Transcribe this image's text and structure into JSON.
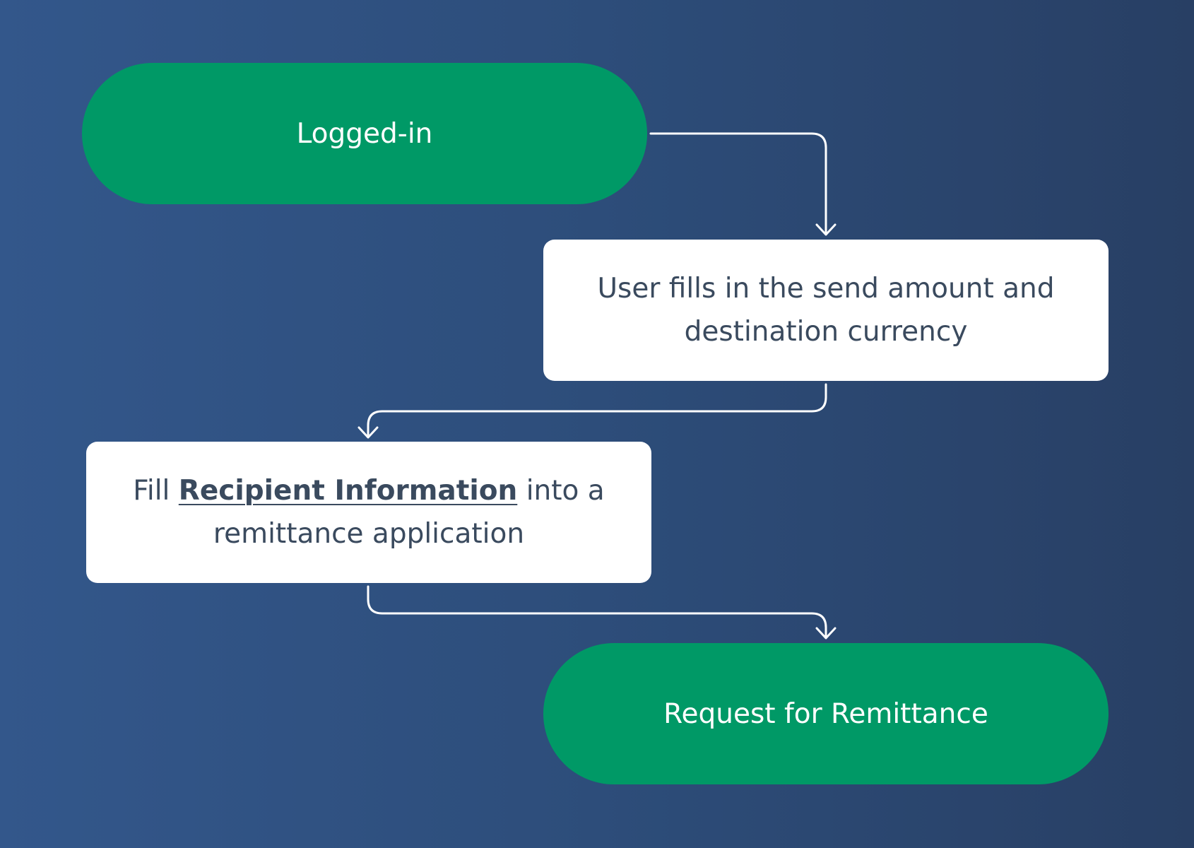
{
  "flowchart": {
    "start": {
      "label": "Logged-in"
    },
    "step1": {
      "line1": "User fills in the send amount and",
      "line2": "destination currency"
    },
    "step2": {
      "prefix": "Fill",
      "emphasis": "Recipient Information",
      "suffix": "into a",
      "line2": "remittance application"
    },
    "end": {
      "label": "Request for Remittance"
    }
  },
  "colors": {
    "background_left": "#33578b",
    "background_right": "#283f64",
    "terminal_fill": "#009966",
    "process_fill": "#ffffff",
    "process_text": "#3a4a5e",
    "connector": "#ffffff"
  }
}
